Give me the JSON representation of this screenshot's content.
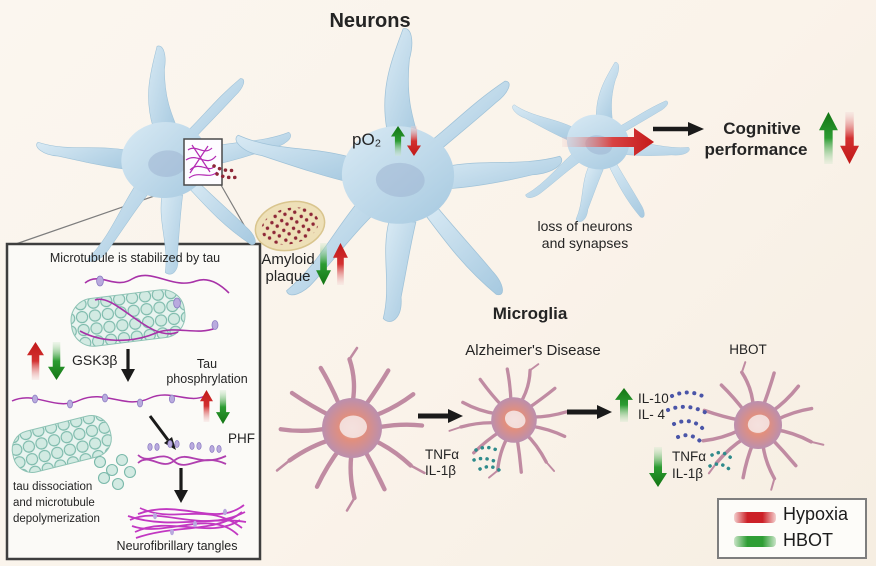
{
  "figure": {
    "neurons": {
      "title": "Neurons",
      "po2": "pO₂",
      "loss_line1": "loss of neurons",
      "loss_line2": "and synapses",
      "cognitive_line1": "Cognitive",
      "cognitive_line2": "performance",
      "amyloid_line1": "Amyloid",
      "amyloid_line2": "plaque"
    },
    "tau_inset": {
      "title": "Microtubule is stabilized by tau",
      "gsk3b": "GSK3β",
      "tau_phos_line1": "Tau",
      "tau_phos_line2": "phosphrylation",
      "phf": "PHF",
      "dissoc_line1": "tau dissociation",
      "dissoc_line2": "and microtubule",
      "dissoc_line3": "depolymerization",
      "tangles": "Neurofibrillary tangles"
    },
    "microglia": {
      "title": "Microglia",
      "ad": "Alzheimer's Disease",
      "hbot": "HBOT",
      "tnfa1_line1": "TNFα",
      "tnfa1_line2": "IL-1β",
      "il_line1": "IL-10",
      "il_line2": "IL- 4",
      "tnfa2_line1": "TNFα",
      "tnfa2_line2": "IL-1β"
    },
    "legend": {
      "hypoxia": "Hypoxia",
      "hbot": "HBOT",
      "hypoxia_color": "#cc2027",
      "hbot_color": "#2f9e35"
    }
  }
}
